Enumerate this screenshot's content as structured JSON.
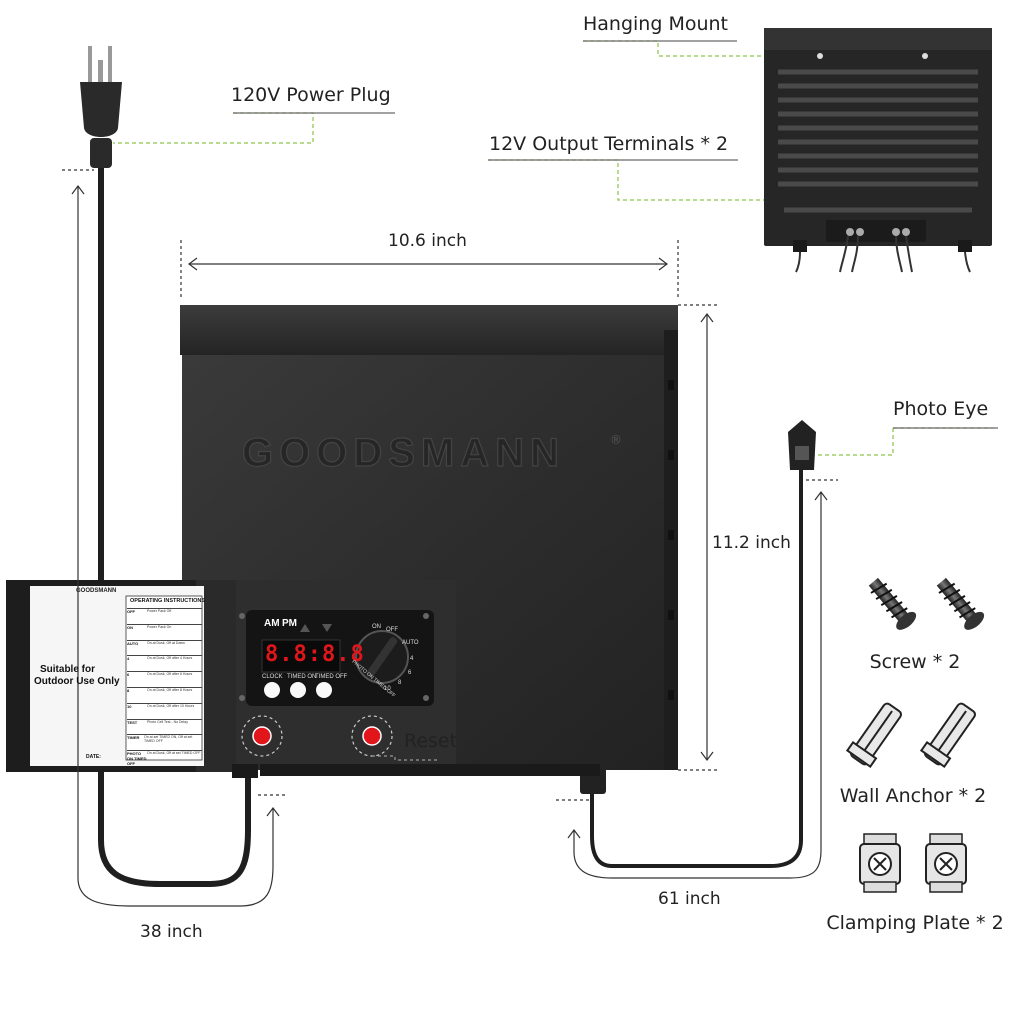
{
  "labels": {
    "hanging_mount": "Hanging Mount",
    "power_plug": "120V Power Plug",
    "output_terminals": "12V Output Terminals * 2",
    "photo_eye": "Photo Eye",
    "screw": "Screw * 2",
    "wall_anchor": "Wall Anchor * 2",
    "clamping_plate": "Clamping Plate * 2",
    "reset": "Reset"
  },
  "dimensions": {
    "width": "10.6 inch",
    "height": "11.2 inch",
    "cord_left": "38 inch",
    "cord_right": "61 inch"
  },
  "brand": "GOODSMANN",
  "registered_mark": "®",
  "control_panel": {
    "am": "AM",
    "pm": "PM",
    "display": "8.8:8.8",
    "btn_clock": "CLOCK",
    "btn_timed_on": "TIMED ON",
    "btn_timed_off": "TIMED OFF",
    "dial": [
      "ON",
      "OFF",
      "AUTO",
      "4",
      "6",
      "8",
      "10"
    ],
    "dial_caption": "PHOTO ON TIMED OFF"
  },
  "door_label": {
    "brand": "GOODSMANN",
    "header": "OPERATING INSTRUCTIONS",
    "suitable": "Suitable for",
    "outdoor": "Outdoor Use Only",
    "date": "DATE:",
    "rows": [
      {
        "k": "OFF",
        "v": "Power Pack Off"
      },
      {
        "k": "ON",
        "v": "Power Pack On"
      },
      {
        "k": "AUTO",
        "v": "On at Dusk, Off at Dawn"
      },
      {
        "k": "4",
        "v": "On at Dusk, Off after 4 Hours"
      },
      {
        "k": "6",
        "v": "On at Dusk, Off after 6 Hours"
      },
      {
        "k": "8",
        "v": "On at Dusk, Off after 8 Hours"
      },
      {
        "k": "10",
        "v": "On at Dusk, Off after 10 Hours"
      },
      {
        "k": "TEST",
        "v": "Photo Cell Test - No Delay"
      },
      {
        "k": "TIMER",
        "v": "On at set TIMED ON, Off at set TIMED OFF"
      },
      {
        "k": "PHOTO ON TIMED OFF",
        "v": "On at Dusk, Off at set TIMED OFF"
      }
    ]
  },
  "colors": {
    "leader_line": "#8bc34a",
    "box_body": "#2b2b2b",
    "led": "#e0161b"
  }
}
